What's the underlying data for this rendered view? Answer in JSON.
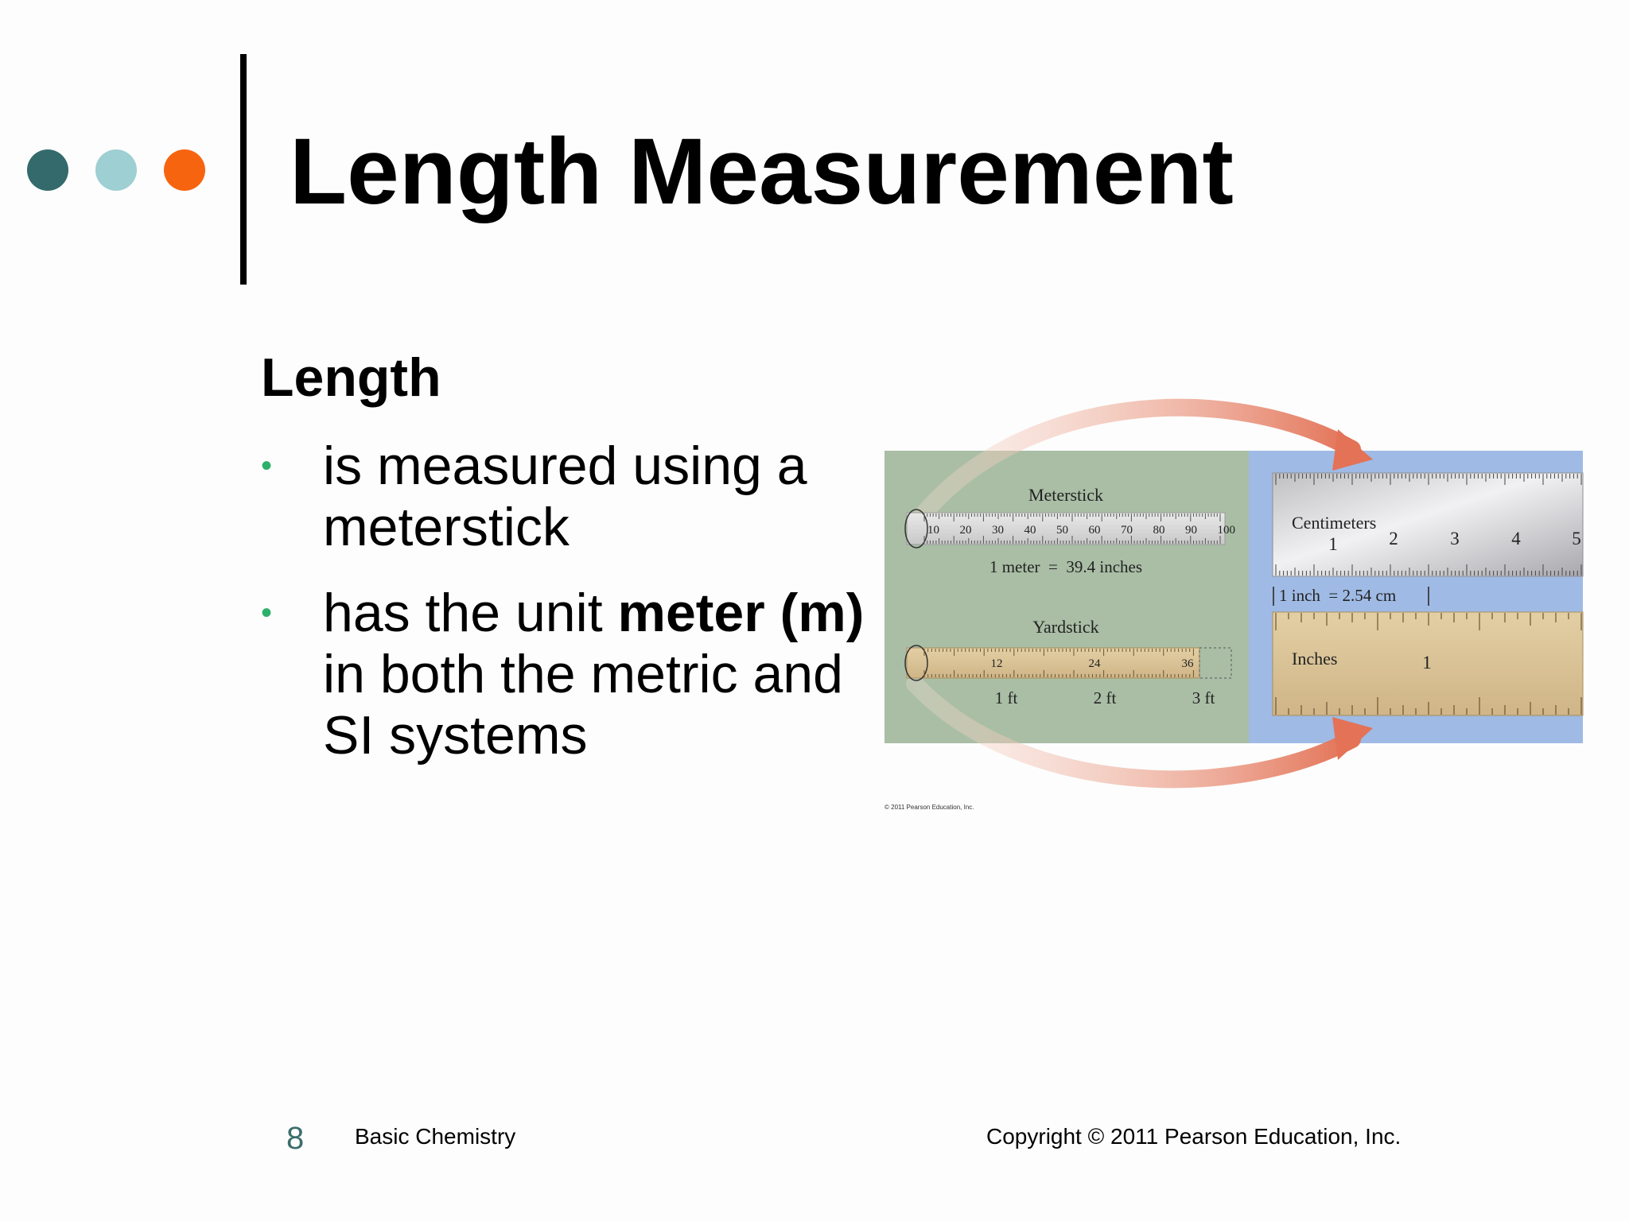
{
  "colors": {
    "dot_dark_teal": "#346a6b",
    "dot_light_teal": "#9ecfd2",
    "dot_orange": "#f7640f",
    "bullet_green": "#2db06a",
    "panel_green": "#a9bea5",
    "panel_blue": "#9fbae4",
    "arrow": "#e7836a"
  },
  "slide": {
    "title": "Length Measurement",
    "heading": "Length",
    "bullets": [
      {
        "text": "is measured using a meterstick"
      },
      {
        "pre": "has the unit ",
        "bold1": "meter",
        "bold2": "(m)",
        "post": " in both the metric and SI systems"
      }
    ]
  },
  "figure": {
    "meterstick_label": "Meterstick",
    "meterstick_ticks": [
      "10",
      "20",
      "30",
      "40",
      "50",
      "60",
      "70",
      "80",
      "90",
      "100"
    ],
    "meter_equation": "1 meter  =  39.4 inches",
    "yardstick_label": "Yardstick",
    "yardstick_ticks": [
      "12",
      "24",
      "36"
    ],
    "feet_labels": [
      "1 ft",
      "2 ft",
      "3 ft"
    ],
    "centimeters_label": "Centimeters",
    "cm_ticks": [
      "1",
      "2",
      "3",
      "4",
      "5"
    ],
    "inch_equation": "1 inch  = 2.54 cm",
    "inches_label": "Inches",
    "inch_tick": "1",
    "credit": "© 2011 Pearson Education, Inc."
  },
  "footer": {
    "page_number": "8",
    "course": "Basic Chemistry",
    "copyright": "Copyright © 2011 Pearson Education, Inc."
  }
}
